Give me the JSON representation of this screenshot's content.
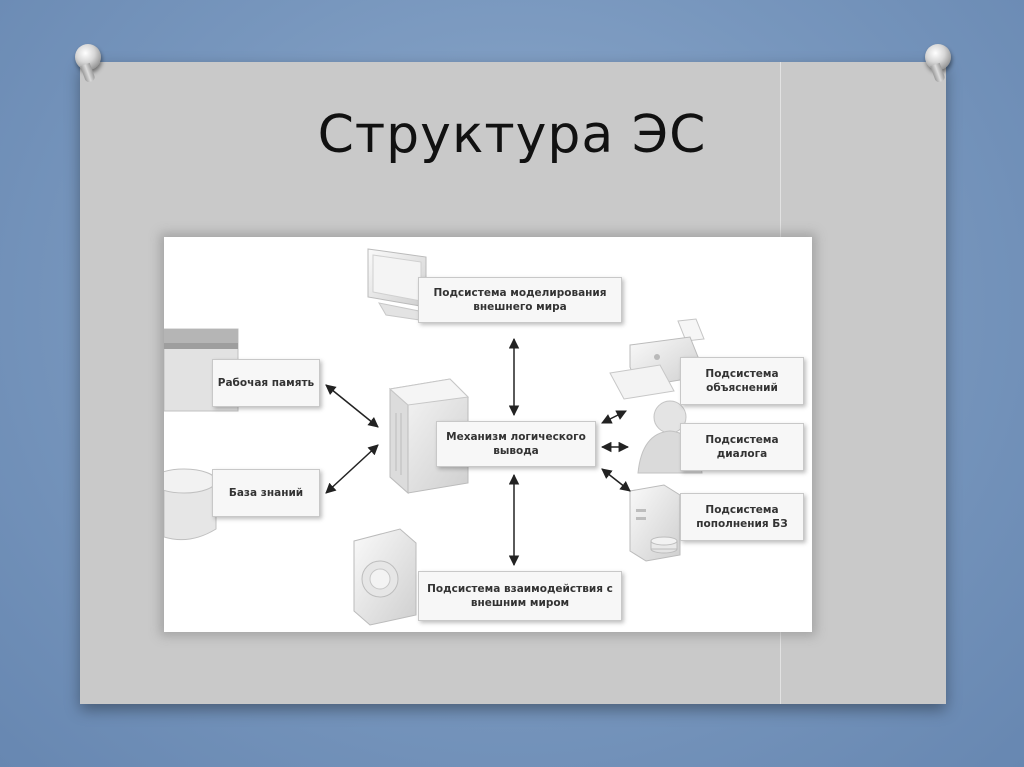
{
  "slide": {
    "title": "Структура ЭС"
  },
  "diagram": {
    "nodes": {
      "modeling": "Подсистема моделирования внешнего мира",
      "working_memory": "Рабочая память",
      "knowledge_base": "База знаний",
      "inference": "Механизм логического вывода",
      "explanations": "Подсистема объяснений",
      "dialog": "Подсистема диалога",
      "kb_update": "Подсистема пополнения БЗ",
      "interaction": "Подсистема взаимодействия с внешним миром"
    }
  }
}
